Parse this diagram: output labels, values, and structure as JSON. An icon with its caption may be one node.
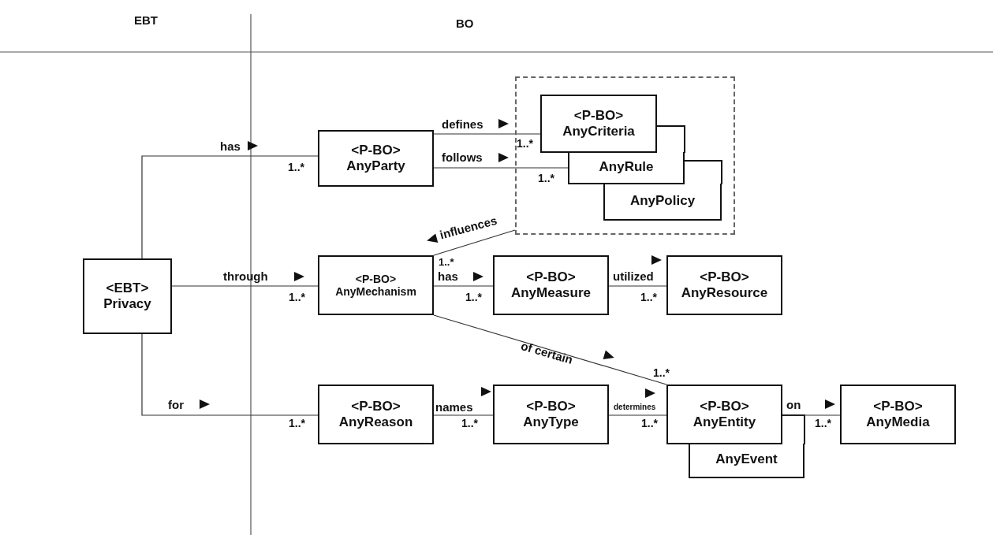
{
  "diagram": {
    "nodes": [
      {
        "text": [
          "<EBT>",
          "Privacy"
        ]
      },
      {
        "text": [
          "<P-BO>",
          "AnyParty"
        ]
      },
      {
        "text": [],
        "shape": "box"
      },
      {
        "text": [
          "<P-BO>",
          "AnyCriteria"
        ],
        "in": 2
      },
      {
        "text": [
          "AnyRule"
        ],
        "in": 2
      },
      {
        "text": [
          "AnyPolicy"
        ],
        "in": 2
      },
      {
        "text": [
          "<P-BO>",
          "AnyMechanism"
        ]
      },
      {
        "text": [
          "<P-BO>",
          "AnyMeasure"
        ]
      },
      {
        "text": [
          "<P-BO>",
          "AnyResource"
        ]
      },
      {
        "text": [
          "<P-BO>",
          "AnyReason"
        ]
      },
      {
        "text": [
          "<P-BO>",
          "AnyType"
        ]
      },
      {
        "text": [
          "<P-BO>",
          "AnyEntity"
        ]
      },
      {
        "text": [
          "AnyEvent"
        ]
      },
      {
        "text": [
          "<P-BO>",
          "AnyMedia"
        ]
      }
    ],
    "edges": [
      {
        "from": 0,
        "to": 1,
        "arrow": "none",
        "label": "has"
      },
      {
        "from": 1,
        "to": 3,
        "arrow": "none",
        "label": "defines"
      },
      {
        "from": 1,
        "to": 4,
        "arrow": "none",
        "label": "follows"
      },
      {
        "from": 2,
        "to": 6,
        "arrow": "none",
        "label": "influences"
      },
      {
        "from": 0,
        "to": 6,
        "arrow": "none",
        "label": "through"
      },
      {
        "from": 6,
        "to": 7,
        "arrow": "none",
        "label": "has"
      },
      {
        "from": 7,
        "to": 8,
        "arrow": "none",
        "label": "utilized"
      },
      {
        "from": 6,
        "to": 11,
        "arrow": "none",
        "label": "of certain"
      },
      {
        "from": 0,
        "to": 9,
        "arrow": "none",
        "label": "for"
      },
      {
        "from": 9,
        "to": 10,
        "arrow": "none",
        "label": "names"
      },
      {
        "from": 10,
        "to": 11,
        "arrow": "none",
        "label": "determines"
      },
      {
        "from": 11,
        "to": 13,
        "arrow": "none",
        "label": "on"
      }
    ],
    "labels": [
      "EBT",
      "BO",
      "1..*",
      "1..*",
      "1..*",
      "1..*",
      "1..*",
      "1..*",
      "1..*",
      "1..*",
      "1..*",
      "1..*",
      "1..*",
      "1..*"
    ]
  }
}
